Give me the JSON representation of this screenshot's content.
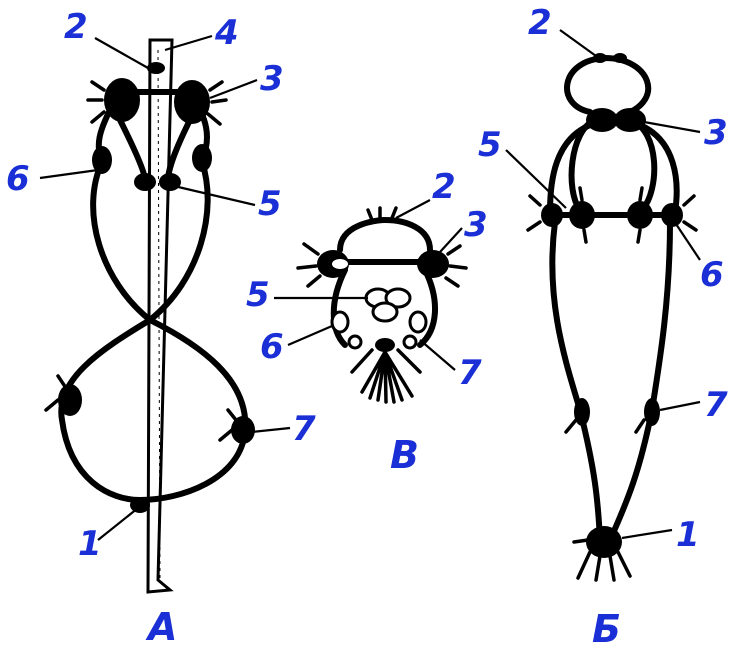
{
  "figures": {
    "A": {
      "caption": "А",
      "labels": {
        "n1": "1",
        "n2": "2",
        "n3": "3",
        "n4": "4",
        "n5": "5",
        "n6": "6",
        "n7": "7"
      }
    },
    "B": {
      "caption": "В",
      "labels": {
        "n2": "2",
        "n3": "3",
        "n5": "5",
        "n6": "6",
        "n7": "7"
      }
    },
    "C": {
      "caption": "Б",
      "labels": {
        "n1": "1",
        "n2": "2",
        "n3": "3",
        "n5": "5",
        "n6": "6",
        "n7": "7"
      }
    }
  },
  "colors": {
    "label": "#1a2fd6",
    "line": "#000000"
  }
}
